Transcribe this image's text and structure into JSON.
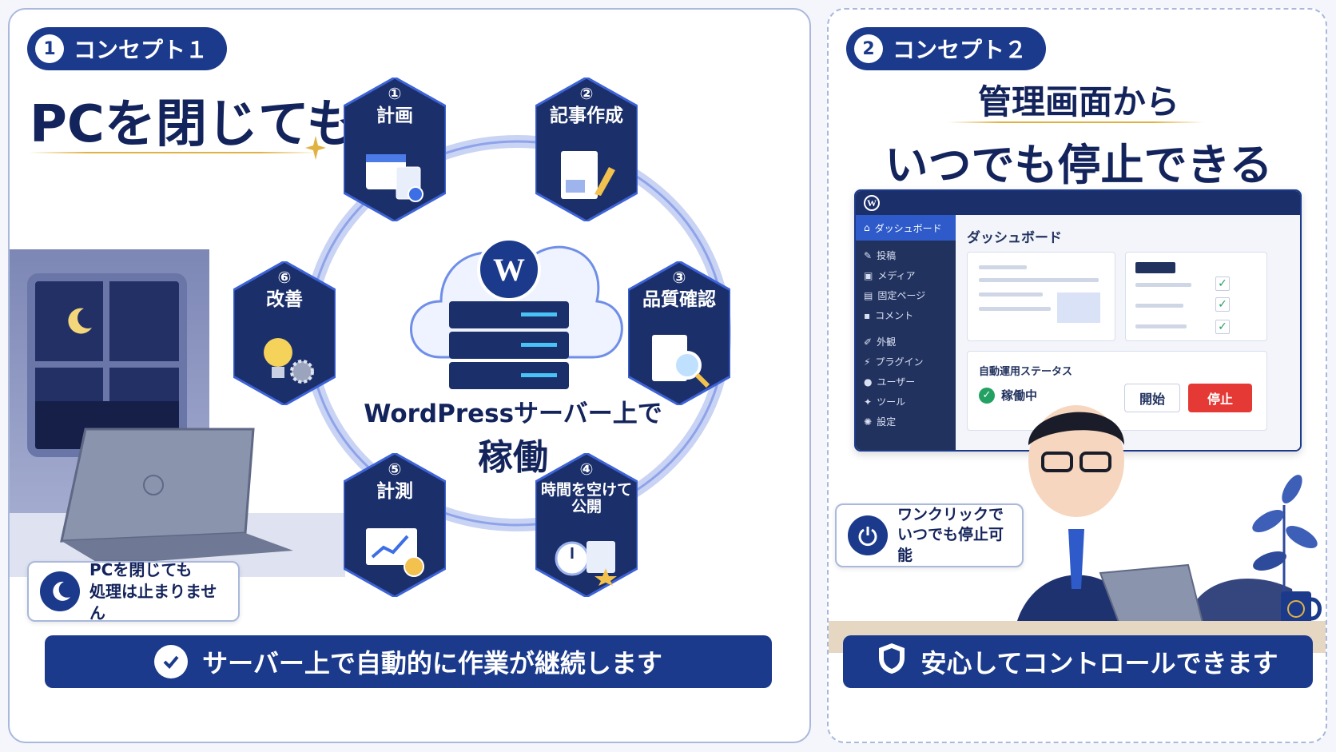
{
  "panel1": {
    "badge_num": "1",
    "badge_label": "コンセプト１",
    "title": "PCを閉じても",
    "center_line1": "WordPressサーバー上で",
    "center_line2": "稼働",
    "steps": [
      {
        "num": "①",
        "label": "計画",
        "icon": "calendar-icon"
      },
      {
        "num": "②",
        "label": "記事作成",
        "icon": "document-pen-icon"
      },
      {
        "num": "③",
        "label": "品質確認",
        "icon": "magnifier-check-icon"
      },
      {
        "num": "④",
        "label": "時間を空けて\n公開",
        "icon": "clock-schedule-icon"
      },
      {
        "num": "⑤",
        "label": "計測",
        "icon": "analytics-monitor-icon"
      },
      {
        "num": "⑥",
        "label": "改善",
        "icon": "lightbulb-gear-icon"
      }
    ],
    "callout_line1": "PCを閉じても",
    "callout_line2": "処理は止まりません",
    "bottom_text": "サーバー上で自動的に作業が継続します"
  },
  "panel2": {
    "badge_num": "2",
    "badge_label": "コンセプト２",
    "title_line1": "管理画面から",
    "title_line2": "いつでも停止できる",
    "dashboard": {
      "sidebar_items": [
        "ダッシュボード",
        "投稿",
        "メディア",
        "固定ページ",
        "コメント",
        "外観",
        "プラグイン",
        "ユーザー",
        "ツール",
        "設定"
      ],
      "heading": "ダッシュボード",
      "status_title": "自動運用ステータス",
      "status_value": "稼働中",
      "start_label": "開始",
      "stop_label": "停止"
    },
    "callout_line1": "ワンクリックで",
    "callout_line2": "いつでも停止可能",
    "bottom_text": "安心してコントロールできます"
  },
  "colors": {
    "navy": "#1b3a8c",
    "dark_navy": "#13235b",
    "gold": "#e0b244",
    "stop_red": "#e53935",
    "ok_green": "#23a163"
  }
}
